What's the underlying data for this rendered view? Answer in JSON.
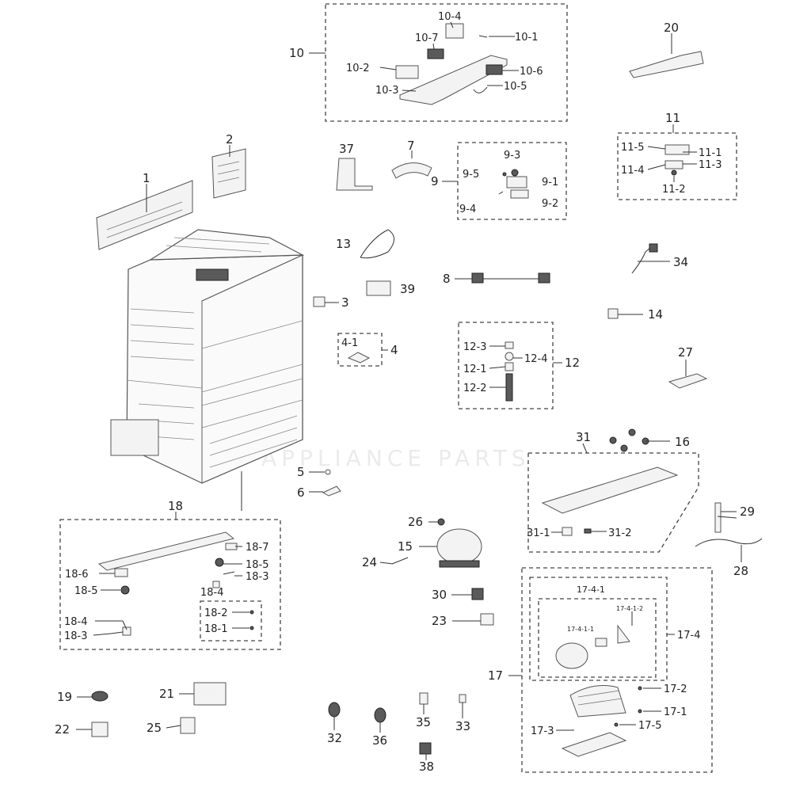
{
  "labels": {
    "l1": "1",
    "l2": "2",
    "l3": "3",
    "l4": "4",
    "l4_1": "4-1",
    "l5": "5",
    "l6": "6",
    "l7": "7",
    "l8": "8",
    "l9": "9",
    "l9_1": "9-1",
    "l9_2": "9-2",
    "l9_3": "9-3",
    "l9_4": "9-4",
    "l9_5": "9-5",
    "l10": "10",
    "l10_1": "10-1",
    "l10_2": "10-2",
    "l10_3": "10-3",
    "l10_4": "10-4",
    "l10_5": "10-5",
    "l10_6": "10-6",
    "l10_7": "10-7",
    "l11": "11",
    "l11_1": "11-1",
    "l11_2": "11-2",
    "l11_3": "11-3",
    "l11_4": "11-4",
    "l11_5": "11-5",
    "l12": "12",
    "l12_1": "12-1",
    "l12_2": "12-2",
    "l12_3": "12-3",
    "l12_4": "12-4",
    "l13": "13",
    "l14": "14",
    "l15": "15",
    "l16": "16",
    "l17": "17",
    "l17_1": "17-1",
    "l17_2": "17-2",
    "l17_3": "17-3",
    "l17_4": "17-4",
    "l17_5": "17-5",
    "l17_4_1": "17-4-1",
    "l17_4_1_1": "17-4-1-1",
    "l17_4_1_2": "17-4-1-2",
    "l18": "18",
    "l18_1": "18-1",
    "l18_2": "18-2",
    "l18_3a": "18-3",
    "l18_3b": "18-3",
    "l18_4a": "18-4",
    "l18_4b": "18-4",
    "l18_5a": "18-5",
    "l18_5b": "18-5",
    "l18_6": "18-6",
    "l18_7": "18-7",
    "l19": "19",
    "l20": "20",
    "l21": "21",
    "l22": "22",
    "l23": "23",
    "l24": "24",
    "l25": "25",
    "l26": "26",
    "l27": "27",
    "l28": "28",
    "l29": "29",
    "l30": "30",
    "l31": "31",
    "l31_1": "31-1",
    "l31_2": "31-2",
    "l32": "32",
    "l33": "33",
    "l34": "34",
    "l35": "35",
    "l36": "36",
    "l37": "37",
    "l38": "38",
    "l39": "39"
  },
  "colors": {
    "line": "#333333",
    "fill": "#f3f3f3",
    "dark": "#5a5a5a"
  },
  "watermark": {
    "text": "APPLIANCE PARTS"
  }
}
